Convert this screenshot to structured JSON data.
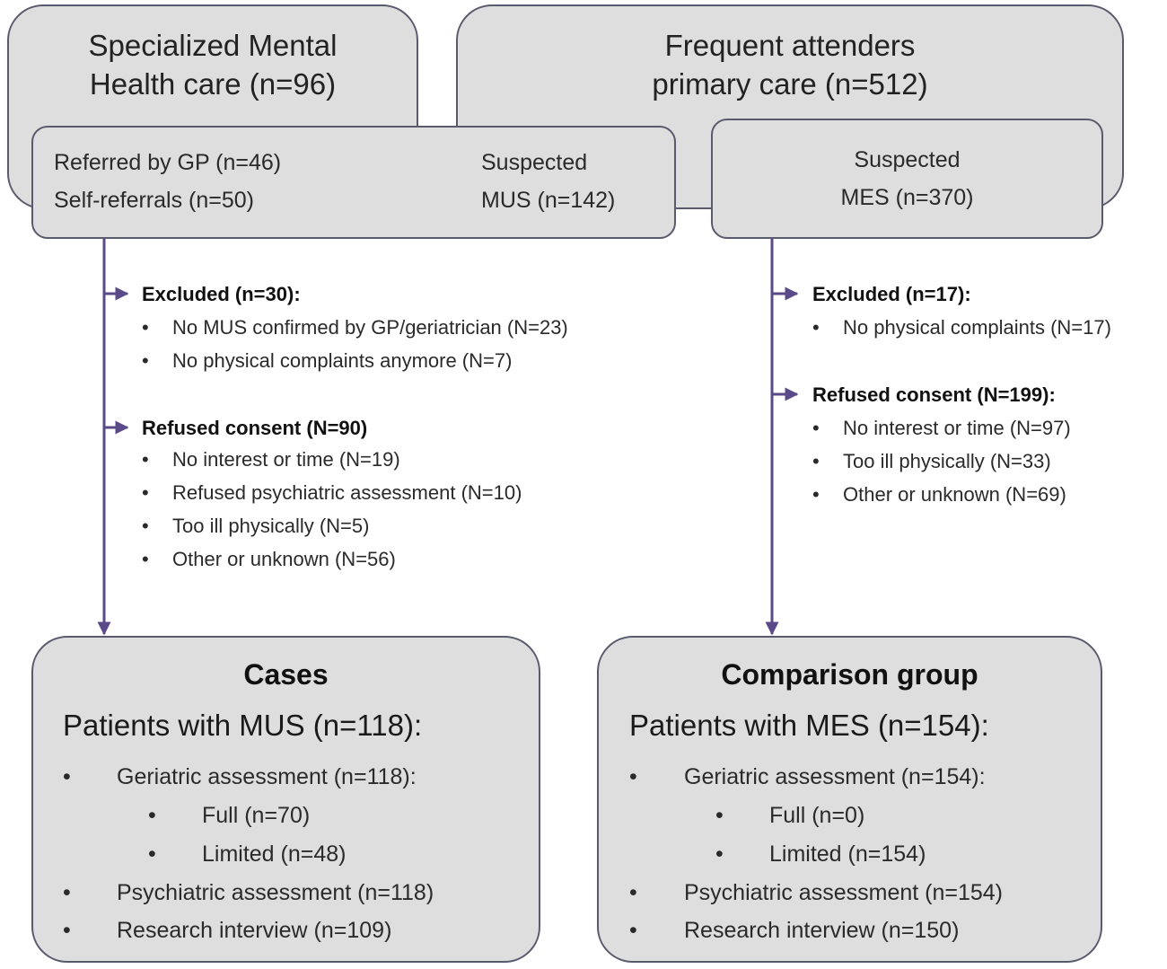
{
  "colors": {
    "box_fill": "#dedede",
    "box_border": "#5a5a6e",
    "arrow": "#5b4a8a"
  },
  "top_left": {
    "title_line1": "Specialized Mental",
    "title_line2": "Health care (n=96)"
  },
  "top_right": {
    "title_line1": "Frequent attenders",
    "title_line2": "primary care (n=512)"
  },
  "mid_left": {
    "referred": "Referred by GP (n=46)",
    "self": "Self-referrals (n=50)",
    "suspected_line1": "Suspected",
    "suspected_line2": "MUS (n=142)"
  },
  "mid_right": {
    "line1": "Suspected",
    "line2": "MES (n=370)"
  },
  "left_branch": {
    "excluded": {
      "heading": "Excluded (n=30):",
      "items": [
        "No MUS confirmed by GP/geriatrician (N=23)",
        "No physical complaints anymore (N=7)"
      ]
    },
    "refused": {
      "heading": "Refused consent (N=90)",
      "items": [
        "No interest or time  (N=19)",
        "Refused psychiatric assessment (N=10)",
        "Too ill physically (N=5)",
        "Other or unknown (N=56)"
      ]
    }
  },
  "right_branch": {
    "excluded": {
      "heading": "Excluded (n=17):",
      "items": [
        "No physical complaints (N=17)"
      ]
    },
    "refused": {
      "heading": "Refused consent (N=199):",
      "items": [
        "No interest or time  (N=97)",
        "Too ill physically (N=33)",
        "Other or unknown (N=69)"
      ]
    }
  },
  "cases": {
    "title": "Cases",
    "subtitle": "Patients with MUS (n=118):",
    "geriatric": "Geriatric assessment (n=118):",
    "full": "Full (n=70)",
    "limited": "Limited (n=48)",
    "psychiatric": "Psychiatric assessment (n=118)",
    "research": "Research interview (n=109)"
  },
  "comparison": {
    "title": "Comparison group",
    "subtitle": "Patients with MES (n=154):",
    "geriatric": "Geriatric assessment (n=154):",
    "full": "Full (n=0)",
    "limited": "Limited (n=154)",
    "psychiatric": "Psychiatric assessment (n=154)",
    "research": "Research interview (n=150)"
  },
  "bullet_glyph": "•"
}
